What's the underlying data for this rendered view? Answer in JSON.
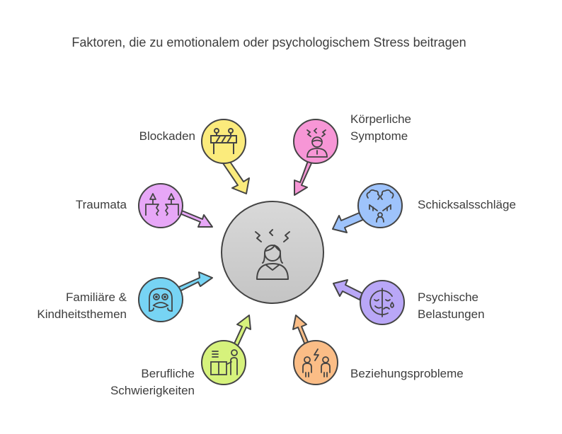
{
  "title": "Faktoren, die zu emotionalem oder psychologischem Stress beitragen",
  "center": {
    "icon": "stressed-person-icon",
    "color": "#cfcfcf"
  },
  "factors": [
    {
      "label": "Blockaden",
      "icon": "barrier-icon",
      "color": "#fbeb7c"
    },
    {
      "label": "Körperliche Symptome",
      "icon": "stressed-head-icon",
      "color": "#f796d6"
    },
    {
      "label": "Schicksalsschläge",
      "icon": "storm-person-icon",
      "color": "#9ec3fb"
    },
    {
      "label": "Psychische Belastungen",
      "icon": "half-sad-face-icon",
      "color": "#b9a7f7"
    },
    {
      "label": "Beziehungsprobleme",
      "icon": "conflict-people-icon",
      "color": "#fbbd86"
    },
    {
      "label": "Berufliche Schwierigkeiten",
      "icon": "desk-worker-icon",
      "color": "#d6f27c"
    },
    {
      "label": "Familiäre & Kindheitsthemen",
      "icon": "child-face-icon",
      "color": "#77d4f4"
    },
    {
      "label": "Traumata",
      "icon": "broken-candles-icon",
      "color": "#e7a7f7"
    }
  ],
  "labels": {
    "blockaden": "Blockaden",
    "koerper_1": "Körperliche",
    "koerper_2": "Symptome",
    "schicksal": "Schicksalsschläge",
    "psych_1": "Psychische",
    "psych_2": "Belastungen",
    "beziehung": "Beziehungsprobleme",
    "beruf_1": "Berufliche",
    "beruf_2": "Schwierigkeiten",
    "familie_1": "Familiäre &",
    "familie_2": "Kindheitsthemen",
    "trauma": "Traumata"
  }
}
